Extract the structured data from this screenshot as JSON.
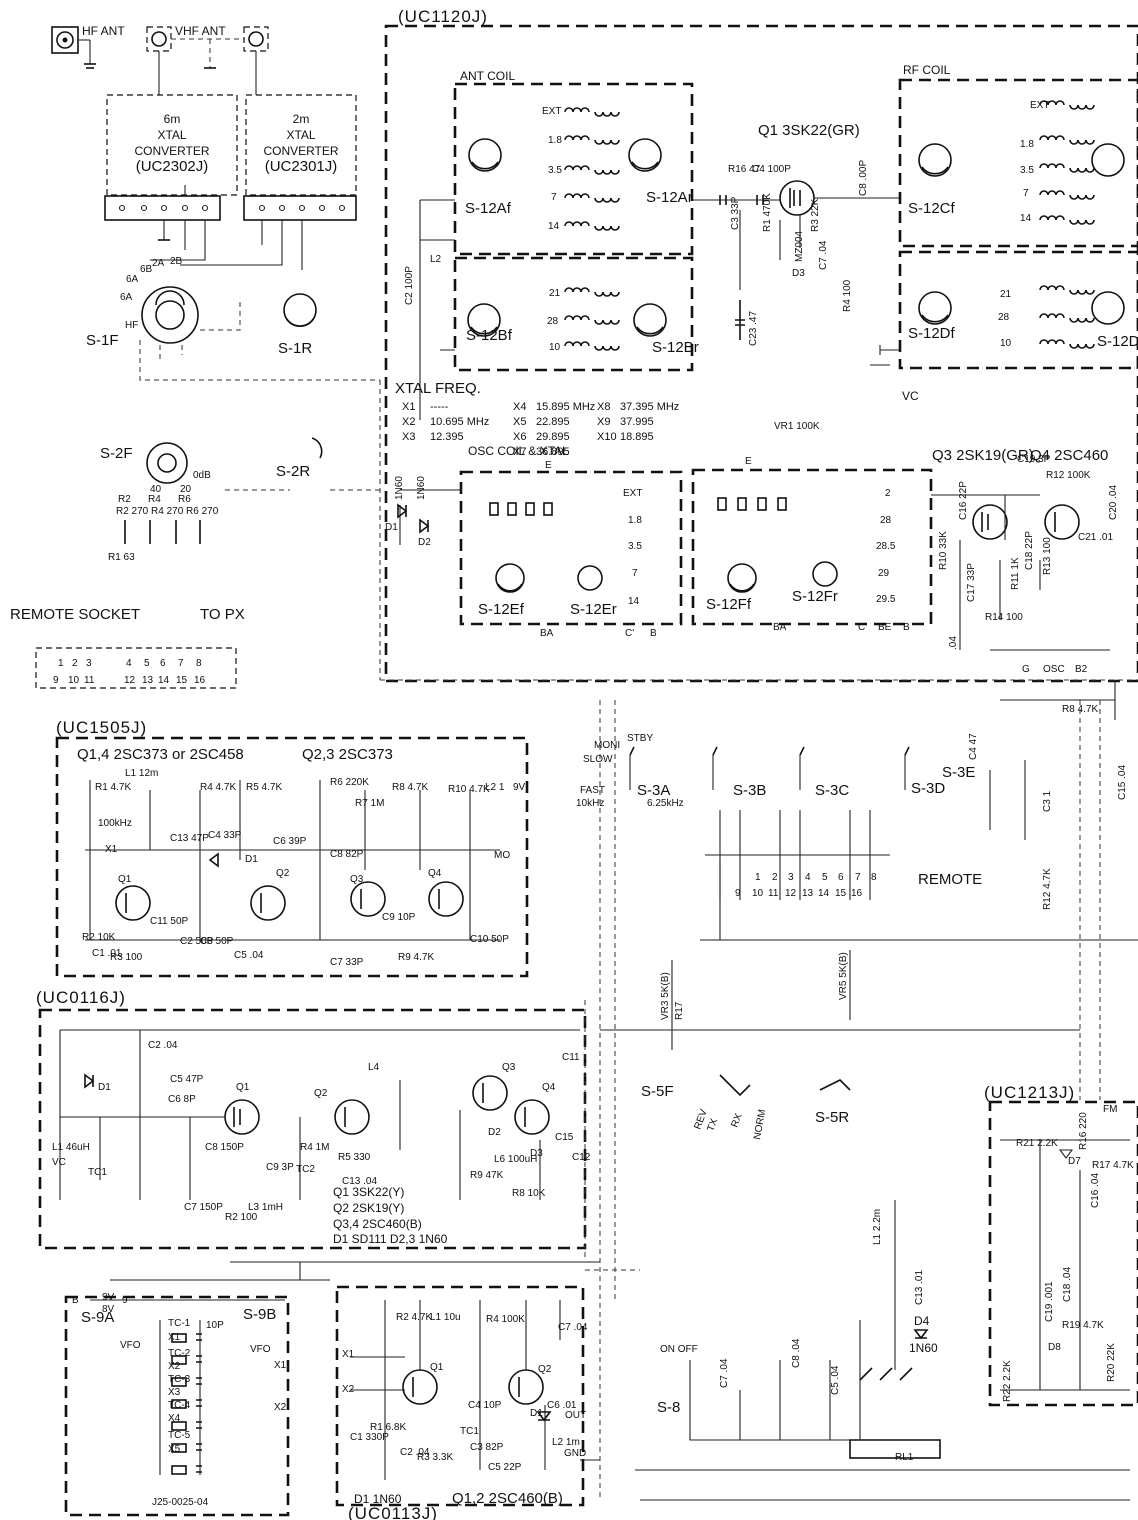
{
  "modules": {
    "uc1120j": "(UC1120J)",
    "uc1505j": "(UC1505J)",
    "uc0116j": "(UC0116J)",
    "uc0113j": "(UC0113J)",
    "uc1213j": "(UC1213J)"
  },
  "antennas": {
    "hf": "HF ANT",
    "vhf": "VHF ANT"
  },
  "converters": {
    "c6m": [
      "6m",
      "XTAL",
      "CONVERTER",
      "(UC2302J)"
    ],
    "c2m": [
      "2m",
      "XTAL",
      "CONVERTER",
      "(UC2301J)"
    ]
  },
  "switches": {
    "s1f": "S-1F",
    "s1r": "S-1R",
    "s2f": "S-2F",
    "s2r": "S-2R",
    "s12af": "S-12Af",
    "s12ar": "S-12Ar",
    "s12bf": "S-12Bf",
    "s12br": "S-12Br",
    "s12cf": "S-12Cf",
    "s12df": "S-12Df",
    "s12d": "S-12D",
    "s12ef": "S-12Ef",
    "s12er": "S-12Er",
    "s12ff": "S-12Ff",
    "s12fr": "S-12Fr",
    "s3a": "S-3A",
    "s3b": "S-3B",
    "s3c": "S-3C",
    "s3d": "S-3D",
    "s3e": "S-3E",
    "s5f": "S-5F",
    "s5r": "S-5R",
    "s8": "S-8",
    "s9a": "S-9A",
    "s9b": "S-9B"
  },
  "coils": {
    "ant": "ANT COIL",
    "rf": "RF COIL",
    "osc": "OSC COIL & XTAL",
    "bands": [
      "EXT",
      "1.8",
      "3.5",
      "7",
      "14"
    ],
    "osc_bands": [
      "21",
      "28",
      "10"
    ],
    "osc_right": [
      "2",
      "28",
      "28.5",
      "29",
      "29.5"
    ]
  },
  "xtal": {
    "heading": "XTAL FREQ.",
    "rows": [
      [
        "X1",
        "-----",
        "X4",
        "15.895 MHz",
        "X8",
        "37.395 MHz"
      ],
      [
        "X2",
        "10.695 MHz",
        "X5",
        "22.895",
        "X9",
        "37.995"
      ],
      [
        "X3",
        "12.395",
        "X6",
        "29.895",
        "X10",
        "18.895"
      ],
      [
        "",
        "",
        "X7",
        "36.895",
        "",
        ""
      ]
    ]
  },
  "transistors": {
    "q1_top": "Q1 3SK22(GR)",
    "q3_top": "Q3 2SK19(GR)",
    "q4_top": "Q4 2SC460",
    "uc1505_line": "Q1,4 2SC373 or 2SC458",
    "uc1505_line2": "Q2,3 2SC373",
    "uc0116_list": [
      "Q1 3SK22(Y)",
      "Q2 2SK19(Y)",
      "Q3,4 2SC460(B)",
      "D1 SD111   D2,3 1N60"
    ],
    "uc0113_d": "D1 1N60",
    "uc0113_q": "Q1,2 2SC460(B)"
  },
  "labels": {
    "remote_socket": "REMOTE   SOCKET",
    "to_px": "TO PX",
    "remote": "REMOTE",
    "osc": "OSC",
    "vc": "VC",
    "vfo": "VFO",
    "gnd": "GND",
    "rl1": "RL1",
    "on_off": "ON OFF",
    "moni": "MONI",
    "stby": "STBY",
    "slow": "SLOW",
    "fast": "FAST",
    "khz10": "10kHz",
    "khz625": "6.25kHz",
    "rev": "REV",
    "rx": "RX",
    "norm": "NORM",
    "tx": "TX",
    "part_no": "J25-0025-04",
    "d4": "D4",
    "d4_type": "1N60",
    "d3": "D3",
    "mz": "MZ004",
    "in60": "1N60"
  },
  "socket_pins": [
    "1",
    "2",
    "3",
    "4",
    "5",
    "6",
    "7",
    "8",
    "9",
    "10",
    "11",
    "12",
    "13",
    "14",
    "15",
    "16"
  ],
  "components": {
    "r16": "R16 47",
    "c4": "C4 100P",
    "c3": "C3 33P",
    "r1": "R1 470K",
    "r3": "R3 22K",
    "c7": "C7 .04",
    "r4": "R4 100",
    "c8": "C8 .00P",
    "c23": "C23 .47",
    "l2": "L2",
    "c2": "C2 100P",
    "vr1": "VR1 100K",
    "r8": "R8 4.7K",
    "c19": "C19 3P",
    "r12": "R12 100K",
    "c20": "C20 .04",
    "c21": "C21 .01",
    "r14": "R14 100",
    "c22": ".04",
    "c17": "C17 33P",
    "c18": "C18 22P",
    "r11": "R11 1K",
    "r10": "R10 33K",
    "r13": "R13 100",
    "c16": "C16 22P",
    "r2r4r6": "R2 270   R4 270   R6 270",
    "r1_63": "R1 63",
    "vr5": "VR5 5K(B)",
    "vr3": "VR3 5K(B)",
    "r17": "R17",
    "r12b": "R12 4.7K",
    "l1_22m": "L1 2.2m",
    "c13": "C13 .01",
    "c15": "C15 .04",
    "c3b": "C3 1",
    "c4b": "C4 47",
    "r16b": "R16 220",
    "r21": "R21 2.2K",
    "d7": "D7",
    "r17b": "R17 4.7K",
    "c16b": "C16 .04",
    "c19b": "C19 .001",
    "c18b": "C18 .04",
    "r19": "R19 4.7K",
    "r20": "R20 22K",
    "r22": "R22 2.2K",
    "d8": "D8",
    "fm": "FM",
    "uc1505": [
      "R1 4.7K",
      "L1 12m",
      "R4 4.7K",
      "R5 4.7K",
      "R6 220K",
      "R7 1M",
      "R8 4.7K",
      "R10 4.7K",
      "100kHz",
      "X1",
      "C13 47P",
      "C4 33P",
      "C6 39P",
      "C8 82P",
      "D1",
      "R2 10K",
      "C1 .01",
      "C11 50P",
      "C2 50P",
      "C3 50P",
      "R3 100",
      "C5 .04",
      "C7 33P",
      "C9 10P",
      "R9 4.7K",
      "C10 50P",
      "9V",
      "L2 1",
      "MO",
      "Q1",
      "Q2",
      "Q3",
      "Q4"
    ],
    "uc0116": [
      "D1",
      "C2 .04",
      "C5 47P",
      "C6 8P",
      "L1 46uH",
      "VC",
      "TC1",
      "C7 150P",
      "C8 150P",
      "R2 100",
      "L3 1mH",
      "C9 3P",
      "TC2",
      "R4 1M",
      "R5 330",
      "C13 .04",
      "L4",
      "Q1",
      "Q2",
      "Q3",
      "Q4",
      "D2",
      "D3",
      "R9 47K",
      "L6 100uH",
      "R8 10K",
      "C15",
      "C11",
      "C12"
    ],
    "uc0113": [
      "X1",
      "X2",
      "R2 4.7K",
      "L1 10u",
      "R4 100K",
      "C7 .04",
      "Q1",
      "Q2",
      "C4 10P",
      "C6 .01",
      "OUT",
      "D1",
      "L2 1m",
      "C1 330P",
      "R1 6.8K",
      "C2 .04",
      "R3 3.3K",
      "TC1",
      "C3 82P",
      "C5 22P"
    ],
    "s9": [
      "B",
      "9V",
      "8V",
      "9",
      "TC-1",
      "X1",
      "TC-2",
      "X2",
      "TC-3",
      "X3",
      "TC-4",
      "X4",
      "TC-5",
      "X5",
      "10P",
      "VFO",
      "X1",
      "X2"
    ],
    "relay": [
      "C7 .04",
      "C8 .04",
      "C5 .04"
    ]
  }
}
